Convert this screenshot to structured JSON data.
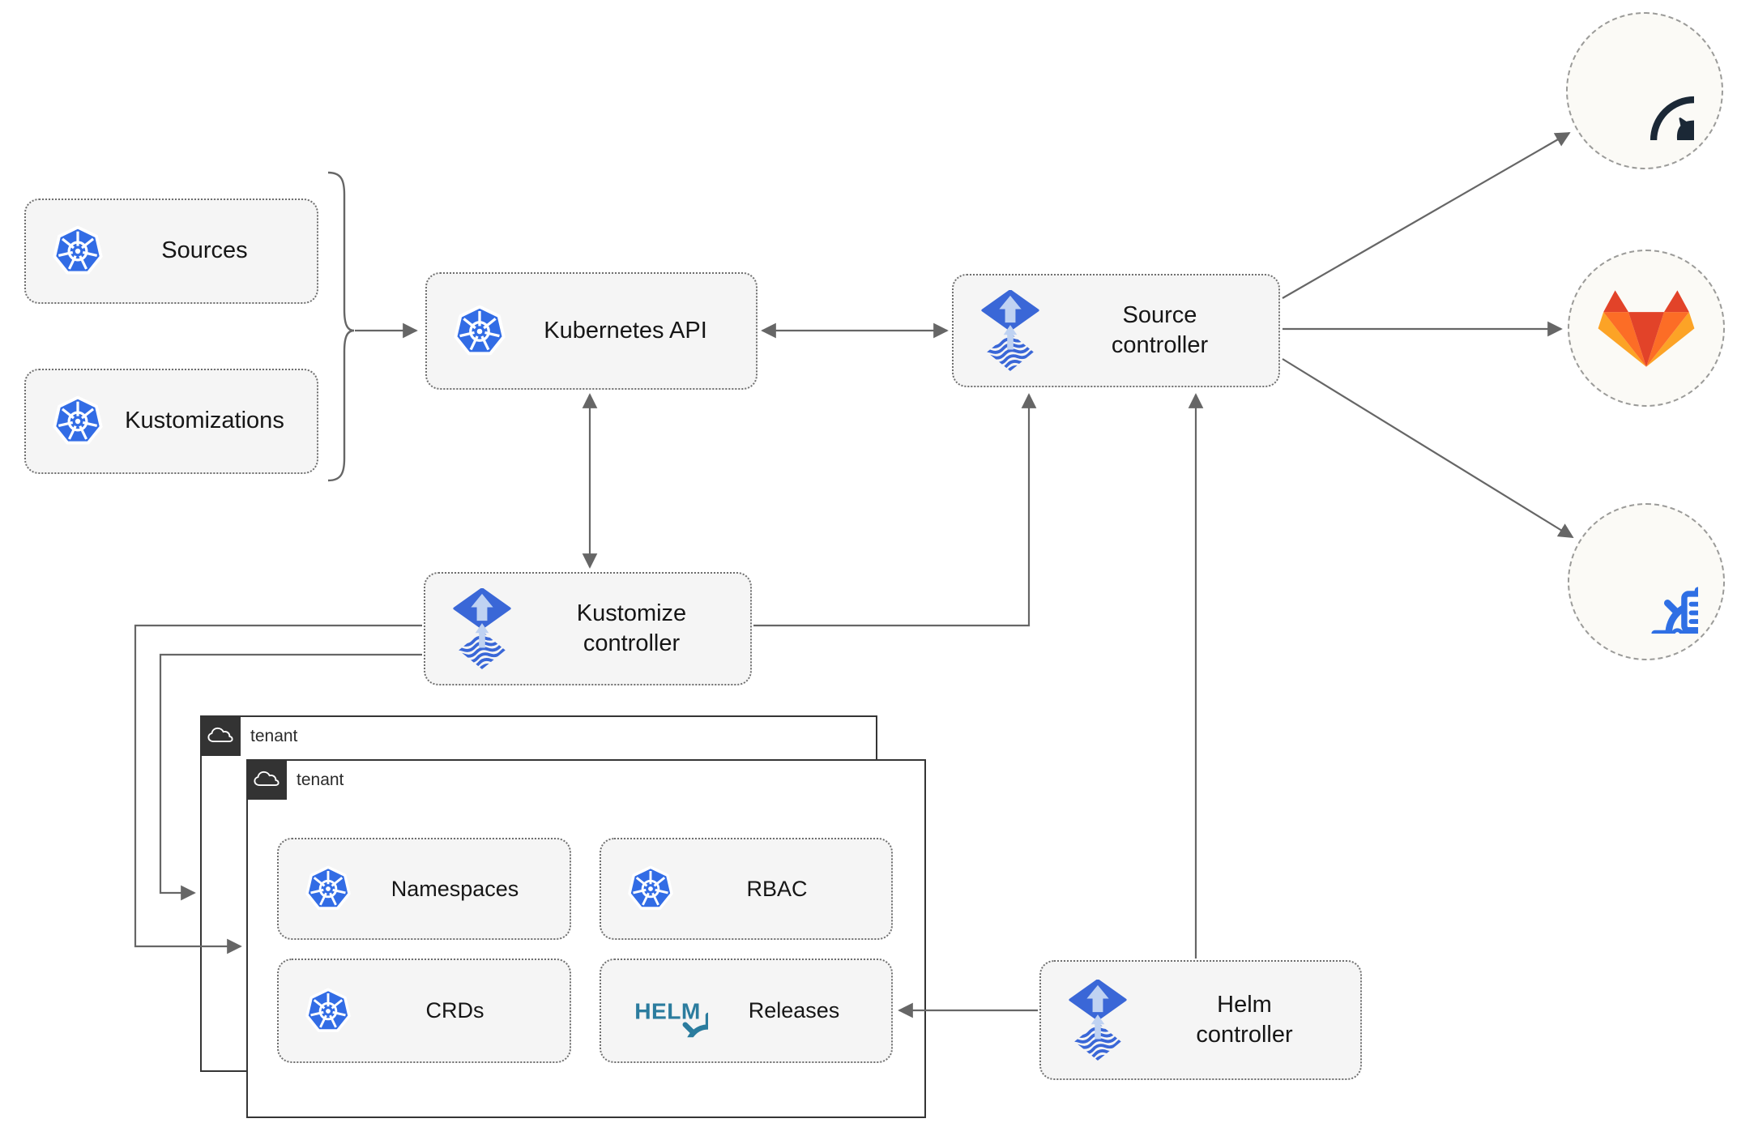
{
  "colors": {
    "connector": "#666666",
    "box_fill": "#f5f5f5",
    "box_border": "#6f6f6f",
    "circle_fill": "#fbfaf6",
    "circle_border": "#9b9b99",
    "tenant_border": "#353535",
    "tenant_badge": "#333333",
    "label_text": "#161616",
    "kubernetes_blue": "#326ce5",
    "flux_blue": "#3a67d7",
    "flux_arrow_light": "#bfd2f2",
    "helm_teal": "#2b7c9e",
    "github_dark": "#1b2836",
    "gitlab_red": "#e24329",
    "gitlab_orange": "#fc6d26",
    "gitlab_amber": "#fca326",
    "chartmuseum_blue": "#2f6fe4"
  },
  "nodes": {
    "sources": {
      "label": "Sources",
      "icon": "kubernetes-icon"
    },
    "kustomizations": {
      "label": "Kustomizations",
      "icon": "kubernetes-icon"
    },
    "kubernetes_api": {
      "label": "Kubernetes API",
      "icon": "kubernetes-icon"
    },
    "source_controller": {
      "label": "Source controller",
      "icon": "flux-icon"
    },
    "kustomize_controller": {
      "label": "Kustomize controller",
      "icon": "flux-icon"
    },
    "helm_controller": {
      "label": "Helm controller",
      "icon": "flux-icon"
    },
    "tenant_outer": {
      "label": "tenant",
      "icon": "cloud-icon"
    },
    "tenant_inner": {
      "label": "tenant",
      "icon": "cloud-icon"
    },
    "namespaces": {
      "label": "Namespaces",
      "icon": "kubernetes-icon"
    },
    "rbac": {
      "label": "RBAC",
      "icon": "kubernetes-icon"
    },
    "crds": {
      "label": "CRDs",
      "icon": "kubernetes-icon"
    },
    "releases": {
      "label": "Releases",
      "icon": "helm-icon"
    },
    "github": {
      "icon": "github-icon"
    },
    "gitlab": {
      "icon": "gitlab-icon"
    },
    "chart_repository": {
      "icon": "chartmuseum-icon"
    }
  },
  "icons": {
    "helm_wheel_text": "HELM"
  },
  "edges": [
    {
      "from": "sources_and_kustomizations",
      "to": "kubernetes_api",
      "type": "arrow"
    },
    {
      "from": "kubernetes_api",
      "to": "source_controller",
      "type": "double-arrow"
    },
    {
      "from": "kubernetes_api",
      "to": "kustomize_controller",
      "type": "double-arrow"
    },
    {
      "from": "kustomize_controller",
      "to": "source_controller",
      "type": "arrow"
    },
    {
      "from": "kustomize_controller",
      "to": "tenant_outer",
      "type": "arrow"
    },
    {
      "from": "kustomize_controller",
      "to": "tenant_inner",
      "type": "arrow"
    },
    {
      "from": "helm_controller",
      "to": "source_controller",
      "type": "arrow"
    },
    {
      "from": "helm_controller",
      "to": "releases",
      "type": "arrow"
    },
    {
      "from": "source_controller",
      "to": "github",
      "type": "arrow"
    },
    {
      "from": "source_controller",
      "to": "gitlab",
      "type": "arrow"
    },
    {
      "from": "source_controller",
      "to": "chart_repository",
      "type": "arrow"
    }
  ]
}
